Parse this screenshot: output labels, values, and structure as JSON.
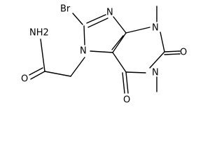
{
  "molecule": {
    "atoms": {
      "br": "Br",
      "nh2": "NH2",
      "o_amide": "O",
      "o_c2": "O",
      "o_c6": "O",
      "n9": "N",
      "n7": "N",
      "n3": "N",
      "n1": "N"
    }
  }
}
